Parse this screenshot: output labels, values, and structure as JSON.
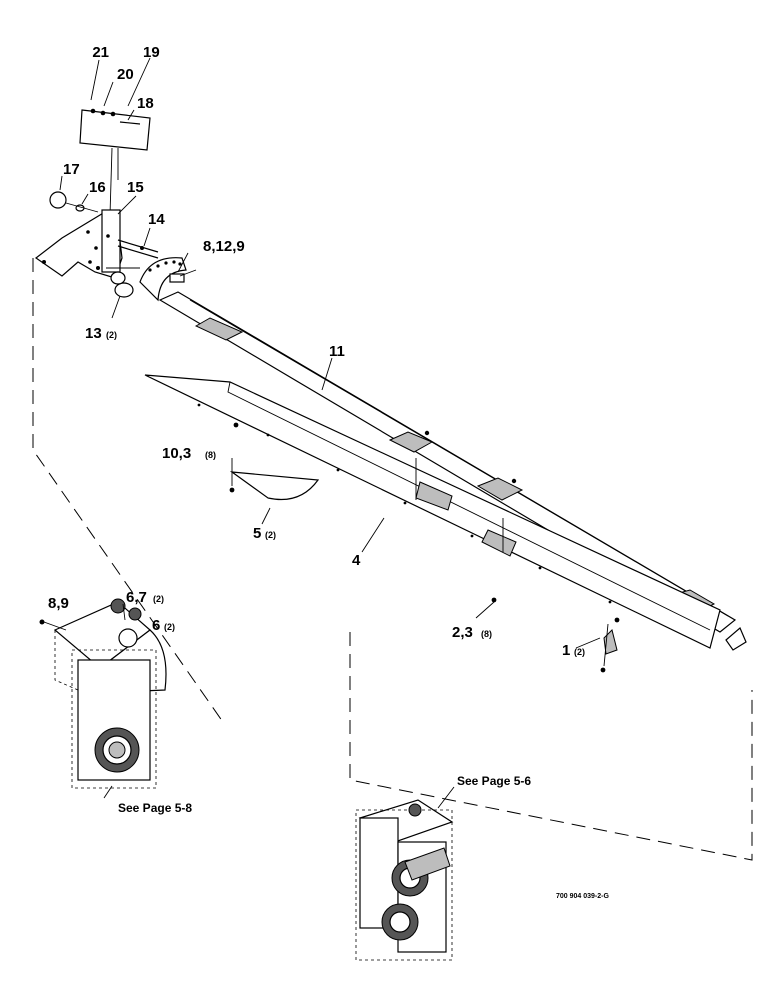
{
  "callouts": {
    "c21": "21",
    "c19": "19",
    "c20": "20",
    "c18": "18",
    "c17": "17",
    "c16": "16",
    "c15": "15",
    "c14": "14",
    "c8129": "8,12,9",
    "c13": "13",
    "c13q": "(2)",
    "c11": "11",
    "c103": "10,3",
    "c103q": "(8)",
    "c5": "5",
    "c5q": "(2)",
    "c4": "4",
    "c89": "8,9",
    "c67": "6,7",
    "c67q": "(2)",
    "c6": "6",
    "c6q": "(2)",
    "c23": "2,3",
    "c23q": "(8)",
    "c1": "1",
    "c1q": "(2)"
  },
  "notes": {
    "see_58": "See Page 5-8",
    "see_56": "See Page 5-6"
  },
  "doc_number": "700 904 039-2-G"
}
